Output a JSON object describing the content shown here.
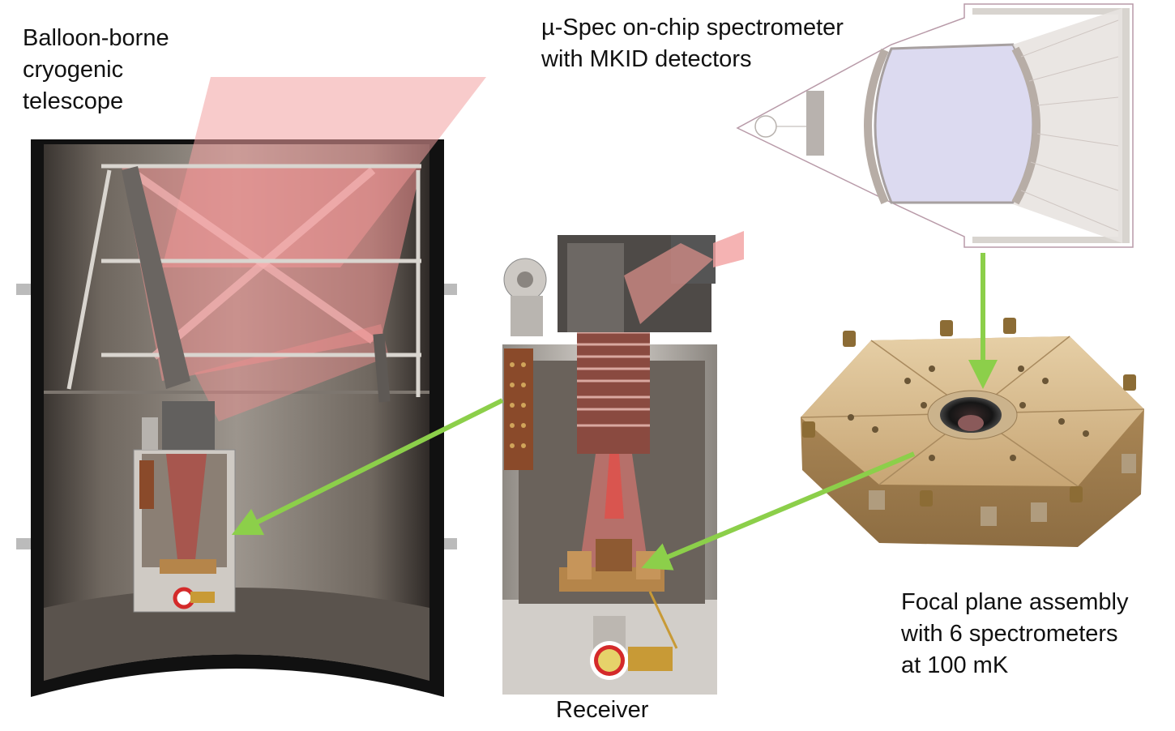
{
  "labels": {
    "telescope": "Balloon-borne\ncryogenic\ntelescope",
    "spectrometer": "µ-Spec on-chip spectrometer\nwith MKID detectors",
    "focal_plane": "Focal plane assembly\nwith 6 spectrometers\nat 100 mK",
    "receiver": "Receiver"
  },
  "colors": {
    "arrow": "#8ccf4a",
    "beam": "#f08a8a",
    "gold": "#c9a878",
    "copper": "#8a4a2a",
    "shell": "#6e665e"
  }
}
